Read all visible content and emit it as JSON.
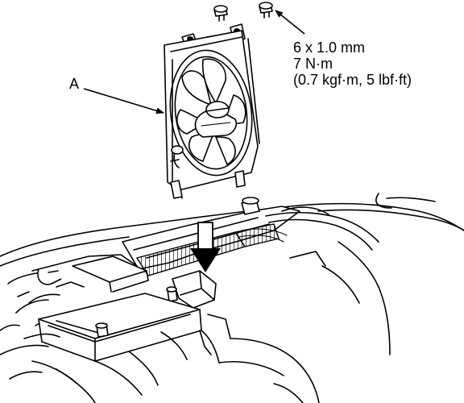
{
  "callout": {
    "label": "A"
  },
  "fastener_spec": {
    "size": "6 x 1.0 mm",
    "torque_nm": "7 N·m",
    "torque_alt": "(0.7 kgf·m, 5 lbf·ft)"
  }
}
